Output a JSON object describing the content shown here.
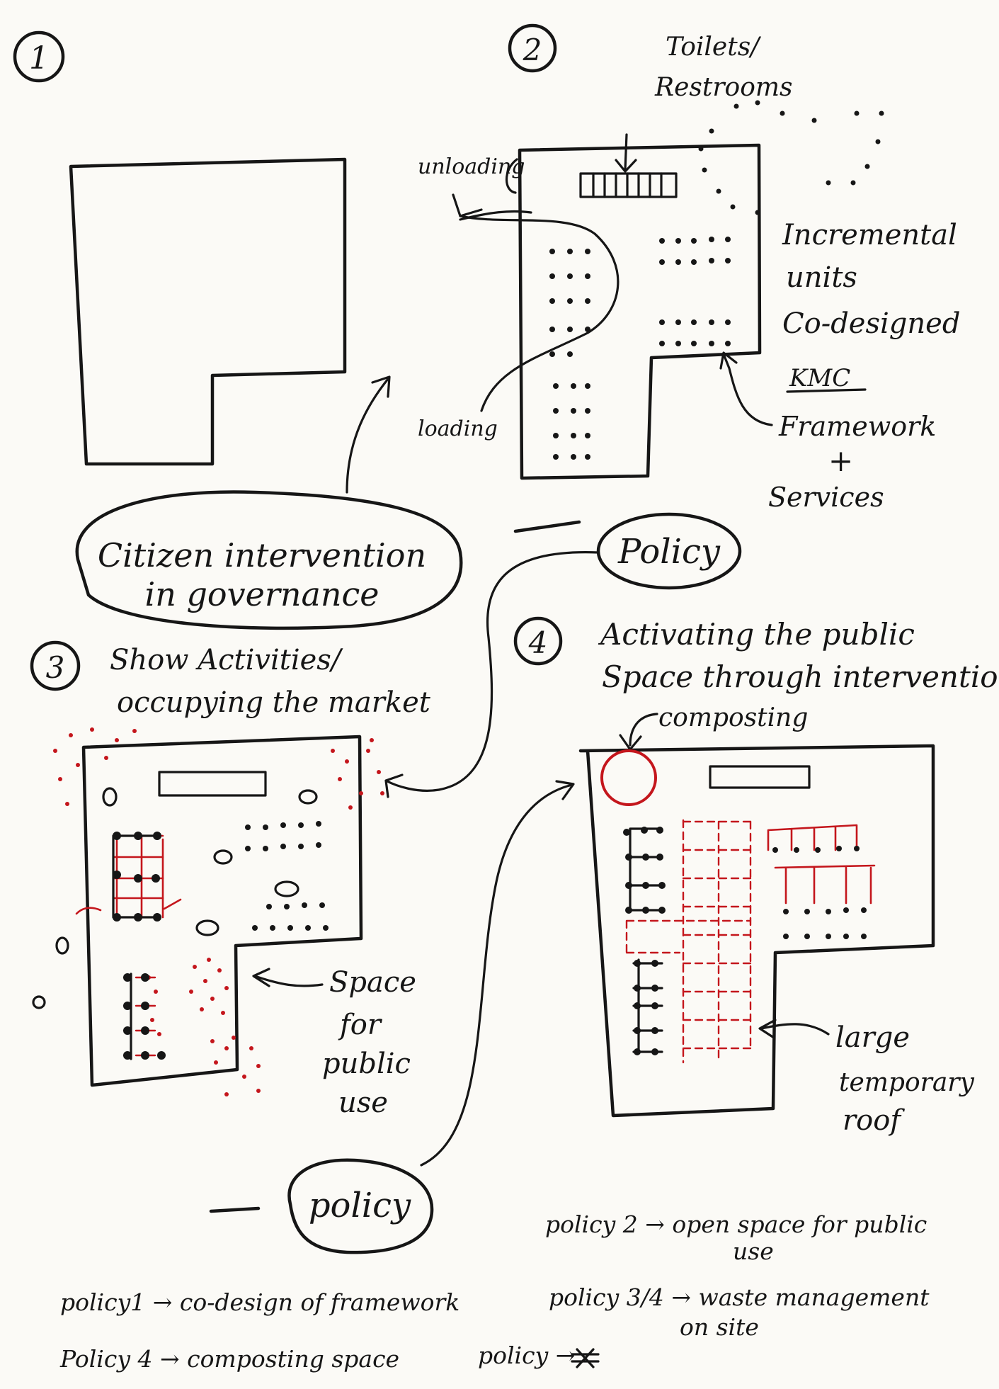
{
  "panels": {
    "p1": {
      "number": "1"
    },
    "p2": {
      "number": "2",
      "toilets_label": "Toilets/",
      "restrooms_label": "Restrooms",
      "unloading_label": "unloading",
      "loading_label": "loading",
      "incremental_line1": "Incremental",
      "incremental_line2": "units",
      "incremental_line3": "Co-designed",
      "kmc_label": "KMC",
      "framework_label": "Framework",
      "plus_label": "+",
      "services_label": "Services"
    },
    "p3": {
      "number": "3",
      "title_line1": "Show Activities/",
      "title_line2": "occupying the market",
      "space_line1": "Space",
      "space_line2": "for",
      "space_line3": "public",
      "space_line4": "use"
    },
    "p4": {
      "number": "4",
      "title_line1": "Activating the public",
      "title_line2": "Space through interventio",
      "composting_label": "composting",
      "roof_line1": "large",
      "roof_line2": "temporary",
      "roof_line3": "roof"
    }
  },
  "bubbles": {
    "citizen_line1": "Citizen intervention",
    "citizen_line2": "in governance",
    "policy_upper": "Policy",
    "policy_lower": "policy"
  },
  "notes": {
    "policy2": "policy 2 → open space for public",
    "policy2_cont": "use",
    "policy1": "policy1 → co-design of framework",
    "policy3": "policy 3/4 → waste management",
    "policy3_cont": "on site",
    "policy4": "Policy 4 → composting space",
    "policy5": "policy → "
  }
}
